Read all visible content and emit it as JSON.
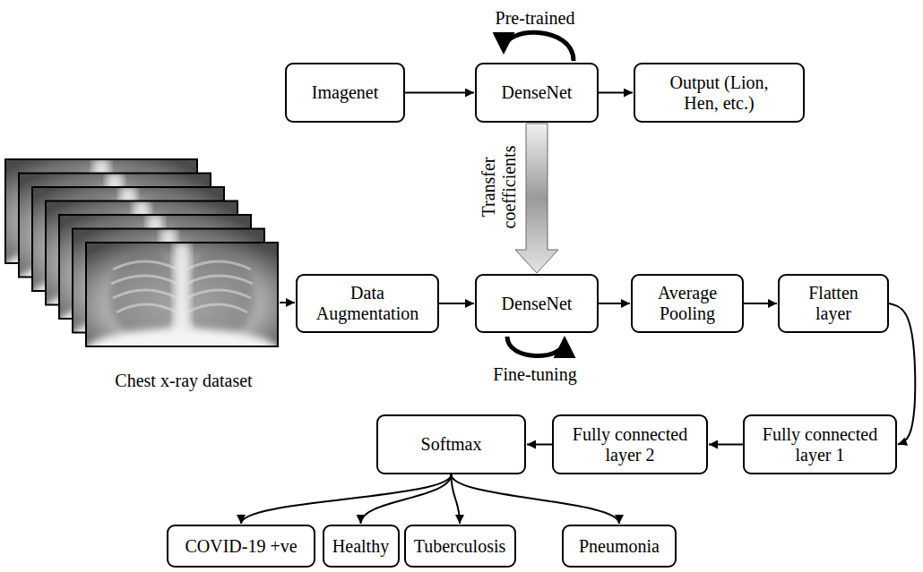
{
  "diagram": {
    "nodes": [
      {
        "text": [
          "Imagenet"
        ]
      },
      {
        "text": [
          "DenseNet"
        ]
      },
      {
        "text": [
          "Output (Lion, Hen, etc.)"
        ]
      },
      {
        "text": [
          "Data Augmentation"
        ]
      },
      {
        "text": [
          "DenseNet"
        ]
      },
      {
        "text": [
          "Average Pooling"
        ]
      },
      {
        "text": [
          "Flatten layer"
        ]
      },
      {
        "text": [
          "Softmax"
        ]
      },
      {
        "text": [
          "Fully connected layer 2"
        ]
      },
      {
        "text": [
          "Fully connected layer 1"
        ]
      },
      {
        "text": [
          "COVID-19 +ve"
        ]
      },
      {
        "text": [
          "Healthy"
        ]
      },
      {
        "text": [
          "Tuberculosis"
        ]
      },
      {
        "text": [
          "Pneumonia"
        ]
      }
    ],
    "edges": [
      {
        "from": 0,
        "to": 1,
        "arrow": "to"
      },
      {
        "from": 1,
        "to": 2,
        "arrow": "to"
      },
      {
        "from": 1,
        "to": 4,
        "label": "Transfer coefficients",
        "arrow": "to"
      },
      {
        "from": 3,
        "to": 4,
        "arrow": "to"
      },
      {
        "from": 4,
        "to": 5,
        "arrow": "to"
      },
      {
        "from": 5,
        "to": 6,
        "arrow": "to"
      },
      {
        "from": 6,
        "to": 9,
        "arrow": "to"
      },
      {
        "from": 9,
        "to": 8,
        "arrow": "to"
      },
      {
        "from": 8,
        "to": 7,
        "arrow": "to"
      },
      {
        "from": 7,
        "to": 10,
        "arrow": "to"
      },
      {
        "from": 7,
        "to": 11,
        "arrow": "to"
      },
      {
        "from": 7,
        "to": 12,
        "arrow": "to"
      },
      {
        "from": 7,
        "to": 13,
        "arrow": "to"
      }
    ],
    "labels": [
      "Pre-trained",
      "Fine-tuning",
      "Chest x-ray dataset"
    ]
  }
}
